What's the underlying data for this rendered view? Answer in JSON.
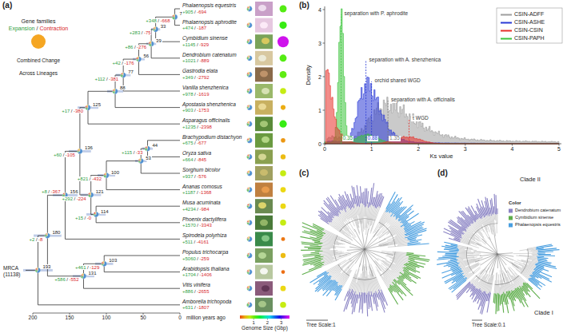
{
  "diagram": {
    "labels": [
      "(a)",
      "Gene families",
      "Expansion",
      "/",
      "Contraction",
      "Combined Change Across Lineages",
      "MRCA",
      "(11138)",
      "Phalaenopsis equestris",
      "+905",
      "/",
      "-694",
      "Phalaenopsis aphrodite",
      "+474",
      "/",
      "-187",
      "Cymbidium sinense",
      "+1145",
      "/",
      "-929",
      "Dendrobium catenatum",
      "+1021",
      "/",
      "-889",
      "Gastrodia elata",
      "+349",
      "/",
      "-2792",
      "Vanilla shenzhenica",
      "+978",
      "/",
      "-1619",
      "Apostasia shenzhenica",
      "+903",
      "/",
      "-1753",
      "Asparagus officinalis",
      "+1235",
      "/",
      "-2398",
      "Brachypodium distachyon",
      "+675",
      "/",
      "-677",
      "Oryza sativa",
      "+664",
      "/",
      "-845",
      "Sorghum bicolor",
      "+937",
      "/",
      "-576",
      "Ananas comosus",
      "+1187",
      "/",
      "-1368",
      "Musa acuminata",
      "+4234",
      "/",
      "-984",
      "Phoenix dactylifera",
      "+1570",
      "/",
      "-3343",
      "Spirodela polyrhiza",
      "+511",
      "/",
      "-4161",
      "Populus trichocarpa",
      "+5060",
      "/",
      "-259",
      "Arabidopsis thaliana",
      "+1704",
      "/",
      "-1406",
      "Vitis vinifera",
      "+886",
      "/",
      "-2655",
      "Amborella trichopoda",
      "+631",
      "/",
      "-1807",
      "7",
      "33",
      "39",
      "56",
      "77",
      "88",
      "125",
      "44",
      "53",
      "100",
      "114",
      "121",
      "136",
      "156",
      "103",
      "131",
      "180",
      "193",
      "+348",
      "/",
      "-668",
      "+283",
      "/",
      "-75",
      "+86",
      "/",
      "-276",
      "+42",
      "/",
      "-176",
      "+112",
      "/",
      "-381",
      "+17",
      "/",
      "-380",
      "+115",
      "/",
      "-33",
      "+821",
      "/",
      "-432",
      "+15",
      "/",
      "-0",
      "+292",
      "/",
      "-224",
      "+60",
      "/",
      "-105",
      "+8",
      "/",
      "-367",
      "+461",
      "/",
      "-129",
      "+586",
      "/",
      "-552",
      "+2",
      "/",
      "-8",
      "200",
      "150",
      "100",
      "50",
      "0",
      "million years ago",
      "1",
      "2",
      "3",
      "Genome Size (Gbp)",
      "(b)",
      "Density",
      "Ks value",
      "0",
      "1",
      "2",
      "3",
      "4",
      "0",
      "1",
      "2",
      "3",
      "4",
      "5",
      "separation with P. aphrodite",
      "separation with A. shenzhenica",
      "orchid shared WGD",
      "separation with A. officinalis",
      "τ WGD",
      "0.35",
      "0.88",
      "1.35",
      "(c)",
      "Tree Scale:1",
      "(d)",
      "Clade II",
      "Clade I",
      "Tree Scale:0.1",
      "Color"
    ],
    "legend": [
      {
        "text": "CSIN-ADFF",
        "color": "#9e9e9e"
      },
      {
        "text": "CSIN-ASHE",
        "color": "#2b3bd6"
      },
      {
        "text": "CSIN-CSIN",
        "color": "#e8302a"
      },
      {
        "text": "CSIN-PAPH",
        "color": "#3cc43c"
      },
      {
        "text": "Dendrobium catenatum",
        "color": "#8b84c4"
      },
      {
        "text": "Cymbidium sinense",
        "color": "#5fae4c"
      },
      {
        "text": "Phalaenopsis equestris",
        "color": "#4a9fe0"
      }
    ]
  }
}
